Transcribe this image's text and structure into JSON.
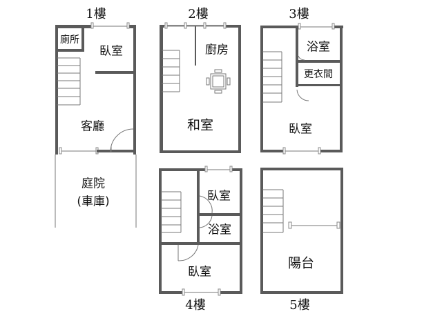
{
  "floors": [
    {
      "label": "1樓",
      "rooms": [
        "廁所",
        "臥室",
        "客廳"
      ],
      "outdoor": [
        "庭院",
        "(車庫)"
      ]
    },
    {
      "label": "2樓",
      "rooms": [
        "廚房",
        "和室"
      ]
    },
    {
      "label": "3樓",
      "rooms": [
        "浴室",
        "更衣間",
        "臥室"
      ]
    },
    {
      "label": "4樓",
      "rooms": [
        "臥室",
        "浴室",
        "臥室"
      ]
    },
    {
      "label": "5樓",
      "rooms": [
        "陽台"
      ]
    }
  ],
  "colors": {
    "wall": "#5a5a5a",
    "line": "#777777"
  }
}
